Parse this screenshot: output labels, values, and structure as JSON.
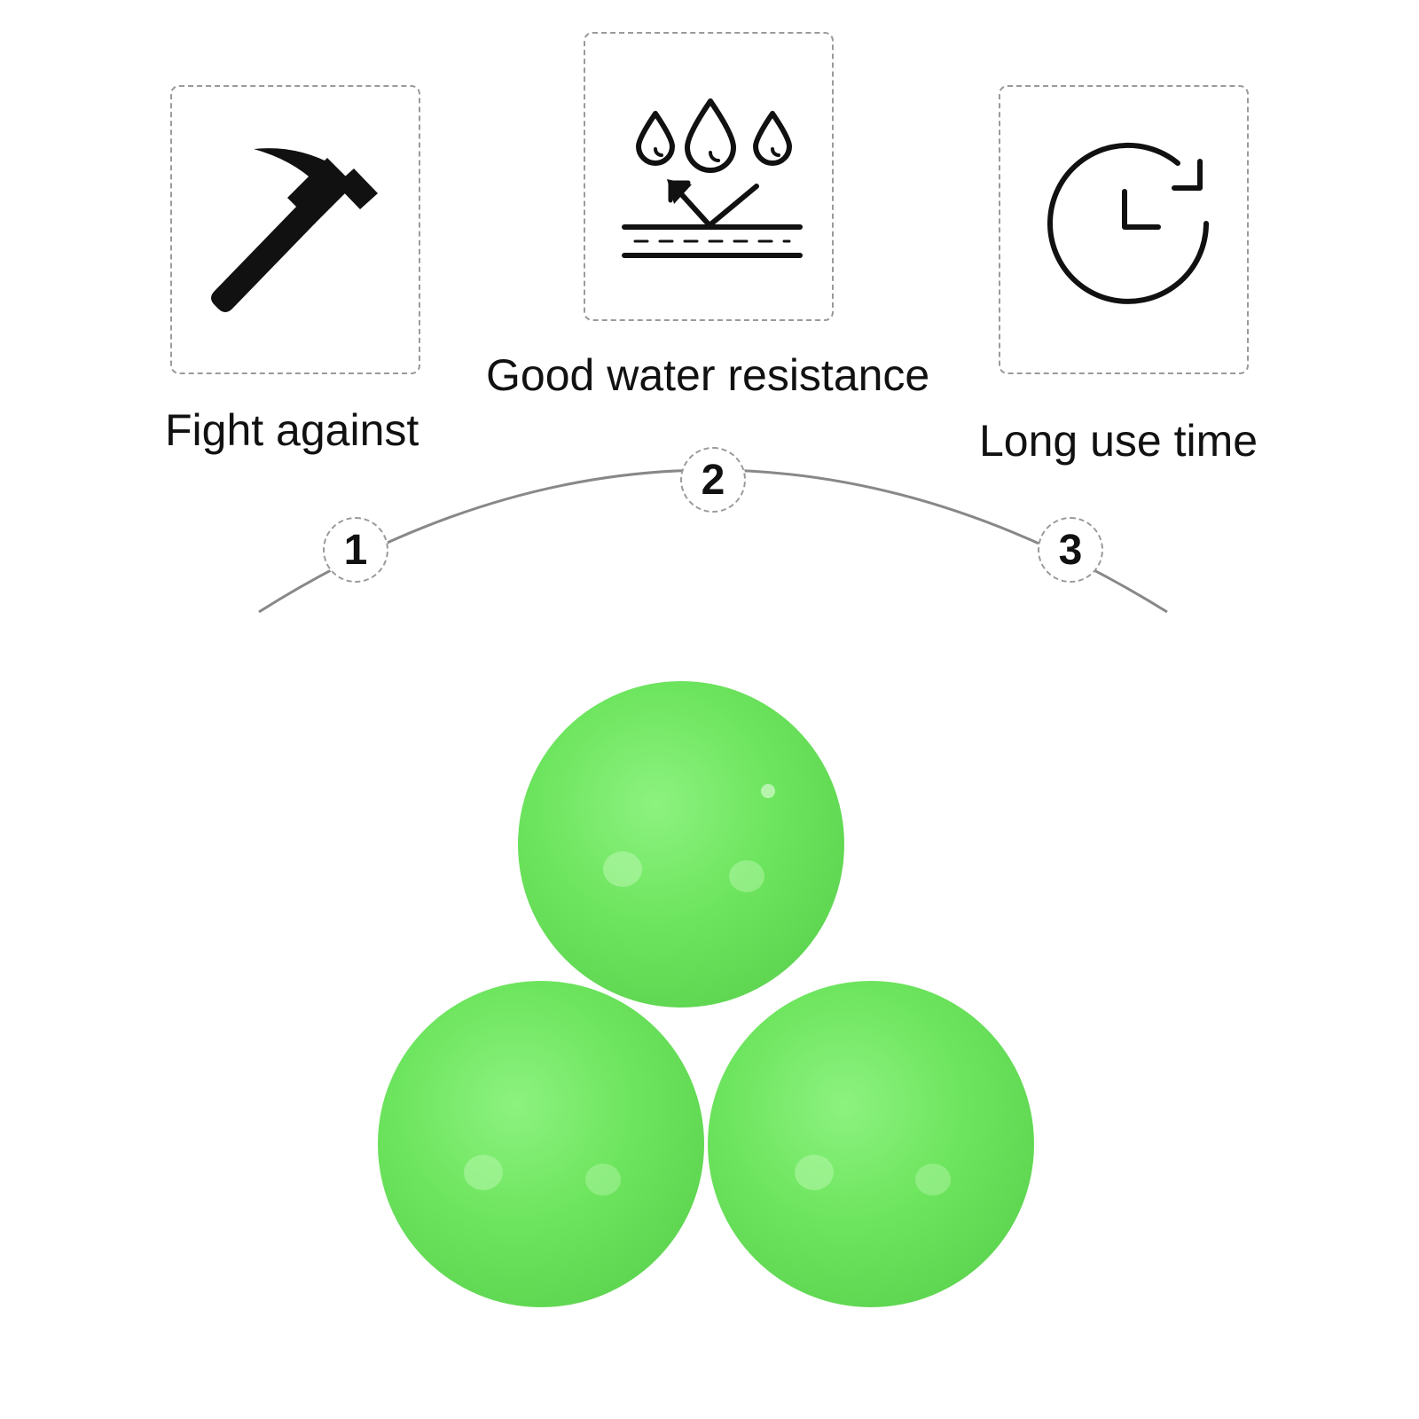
{
  "features": [
    {
      "id": "fight",
      "label": "Fight against",
      "icon": "hammer-icon"
    },
    {
      "id": "water",
      "label": "Good water resistance",
      "icon": "water-drops-icon"
    },
    {
      "id": "time",
      "label": "Long use time",
      "icon": "clock-refresh-icon"
    }
  ],
  "steps": [
    "1",
    "2",
    "3"
  ],
  "product": {
    "item": "green-ball",
    "count": 3,
    "color": "#66dd55"
  },
  "colors": {
    "icon": "#111111",
    "dashed_border": "#9a9a9a",
    "arc": "#888888"
  }
}
